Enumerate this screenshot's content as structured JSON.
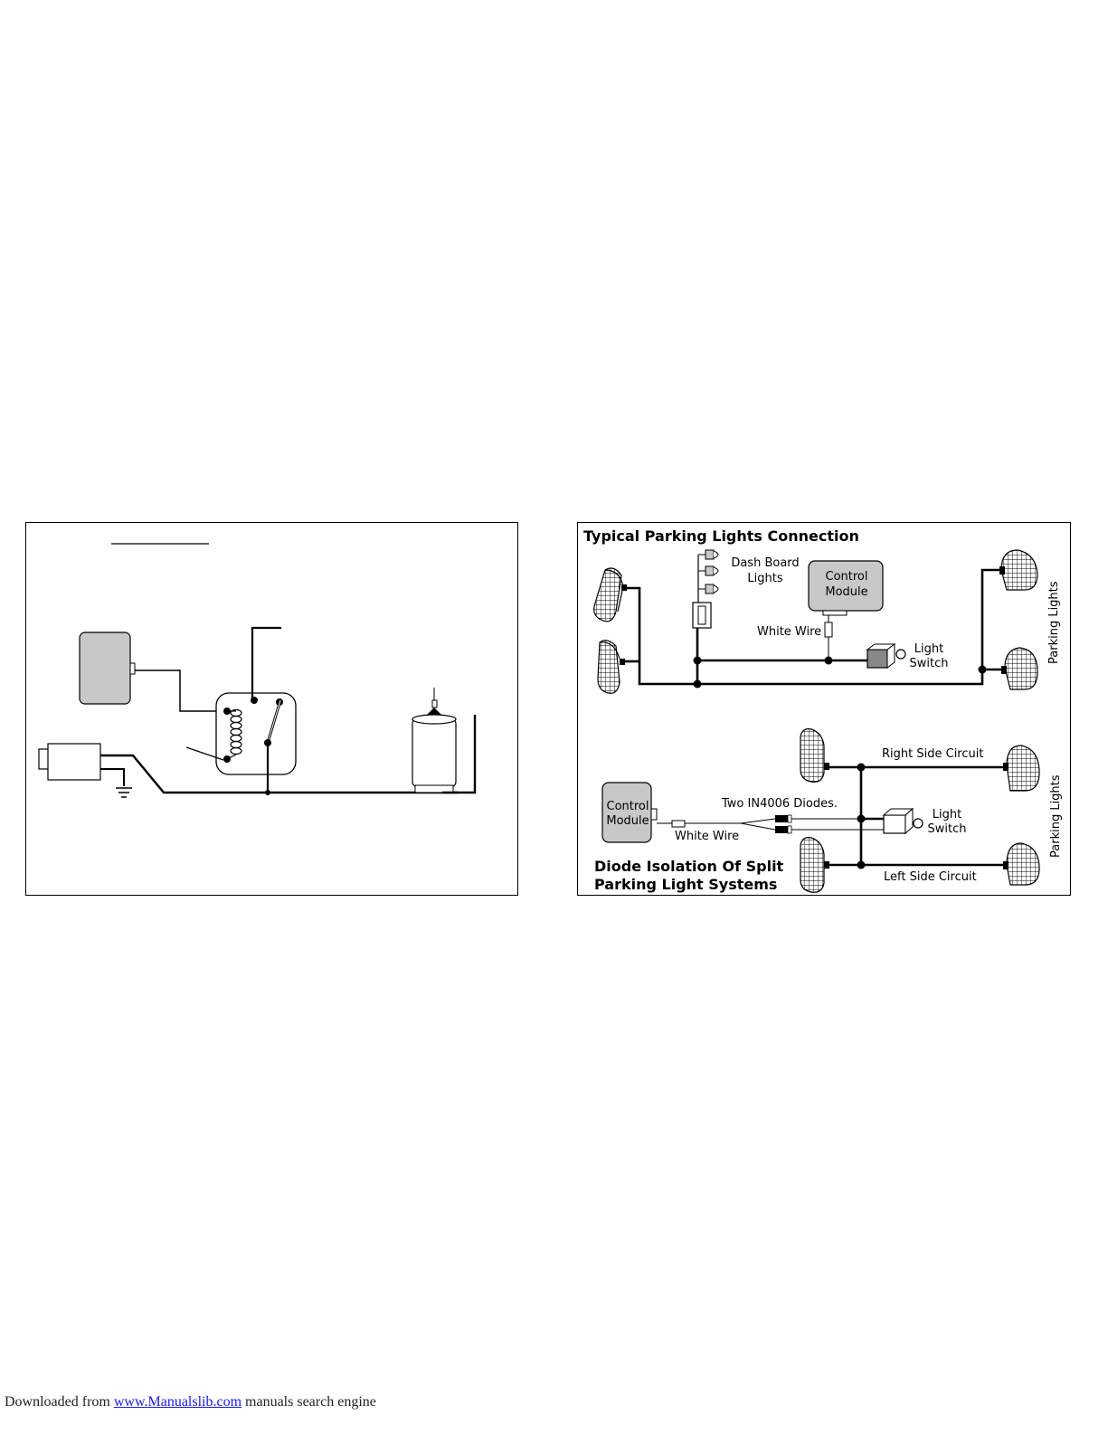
{
  "right_panel": {
    "title": "Typical Parking Lights Connection",
    "dash_board_lights": [
      "Dash Board",
      "Lights"
    ],
    "control_module_top": [
      "Control",
      "Module"
    ],
    "white_wire_top": "White Wire",
    "light_switch_top": [
      "Light",
      "Switch"
    ],
    "parking_lights_top": "Parking Lights",
    "right_side_circuit": "Right Side Circuit",
    "control_module_bottom": [
      "Control",
      "Module"
    ],
    "two_diodes": "Two IN4006 Diodes.",
    "white_wire_bottom": "White Wire",
    "light_switch_bottom": [
      "Light",
      "Switch"
    ],
    "parking_lights_bottom": "Parking Lights",
    "left_side_circuit": "Left Side Circuit",
    "section_title": [
      "Diode Isolation Of Split",
      "Parking Light Systems"
    ]
  },
  "footer": {
    "prefix": "Downloaded from ",
    "link": "www.Manualslib.com",
    "suffix": " manuals search engine"
  },
  "colors": {
    "module_fill": "#c8c8c8",
    "switch_fill": "#888888",
    "wire": "#000000",
    "link": "#1a1aee"
  },
  "icons": [
    "relay-coil-icon",
    "siren-icon",
    "ground-symbol-icon",
    "parking-lamp-icon",
    "diode-icon",
    "bulb-icon",
    "light-switch-icon"
  ]
}
